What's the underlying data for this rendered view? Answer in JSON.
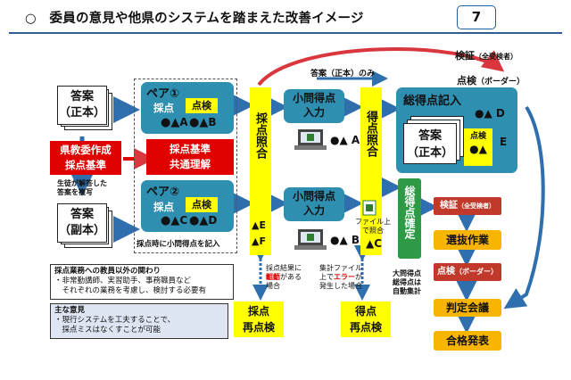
{
  "header": {
    "title": "○　委員の意見や他県のシステムを踏まえた改善イメージ",
    "page_number": "7"
  },
  "left": {
    "answer_original": "答案\n（正本）",
    "red_label": "県教委作成\n採点基準",
    "copy_note": "生徒が解答した\n答案を複写",
    "answer_copy": "答案\n（副本）"
  },
  "pair1": {
    "title": "ペア①",
    "score": "採点",
    "check": "点検",
    "a": "A",
    "b": "B"
  },
  "pair2": {
    "title": "ペア②",
    "score": "採点",
    "check": "点検",
    "c": "C",
    "d": "D"
  },
  "criteria": "採点基準\n共通理解",
  "dashed_note": "採点時に小問得点を記入",
  "collation1": "採点照合",
  "persons_ef": {
    "e": "E",
    "f": "F"
  },
  "subscore1": "小問得点\n入力",
  "subscore2": "小問得点\n入力",
  "subscore1_person": "A",
  "subscore2_person": "B",
  "score_collation": "得点照合",
  "file_note": "ファイル上\nで照合",
  "person_c": "C",
  "answer_only": "答案（正本）のみ",
  "verify": {
    "label": "検証",
    "sub": "（全受検者）"
  },
  "check_border": {
    "label": "点検",
    "sub": "（ボーダー）"
  },
  "total": {
    "title": "総得点記入",
    "inner": "答案\n（正本）",
    "check": "点検",
    "d": "D",
    "e": "E"
  },
  "confirm": "総得点確定",
  "flow": [
    {
      "label": "検証",
      "sub": "（全受検者）"
    },
    {
      "label": "選抜作業"
    },
    {
      "label": "点検",
      "sub": "（ボーダー）"
    },
    {
      "label": "判定会議"
    },
    {
      "label": "合格発表"
    }
  ],
  "mismatch1": {
    "pre": "採点結果に",
    "red": "齟齬",
    "post": "がある\n場合"
  },
  "mismatch2": {
    "pre": "集計ファイル\n上で",
    "red": "エラー",
    "post": "が\n発生した場合"
  },
  "auto_note": "大問得点\n総得点は\n自動集計",
  "rescore1": "採点\n再点検",
  "rescore2": "得点\n再点検",
  "involvement": {
    "title": "採点業務への教員以外の関わり",
    "body": "・非常勤講師、実習助手、事務職員など\n　それぞれの業務を考慮し、検討する必要有"
  },
  "opinion": {
    "title": "主な意見",
    "body": "・現行システムを工夫することで、\n　採点ミスはなくすことが可能"
  },
  "colors": {
    "teal": "#2f8fb0",
    "yellow": "#ffff00",
    "red": "#e00000",
    "green": "#2e9a46",
    "orange": "#f7b500",
    "accent": "#2f5f94"
  }
}
